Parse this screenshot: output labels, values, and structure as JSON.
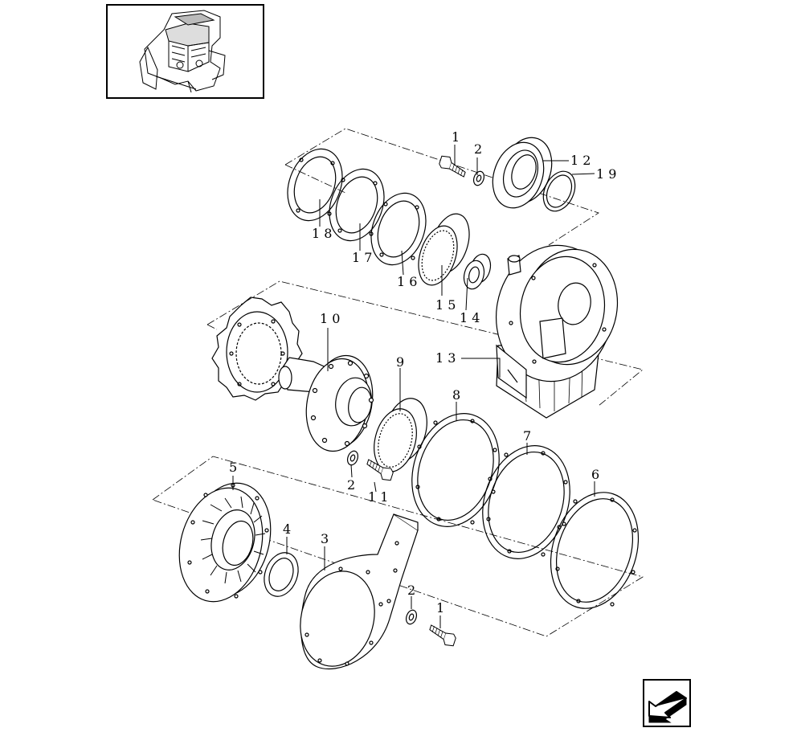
{
  "callouts": {
    "c1_top": "1",
    "c2_top": "2",
    "c12": "1 2",
    "c19": "1 9",
    "c18": "1 8",
    "c17": "1 7",
    "c16": "1 6",
    "c15": "1 5",
    "c14": "1 4",
    "c13": "1 3",
    "c10": "1 0",
    "c9": "9",
    "c8": "8",
    "c7": "7",
    "c6": "6",
    "c5": "5",
    "c4": "4",
    "c3": "3",
    "c2_mid": "2",
    "c11": "1 1",
    "c2_bot": "2",
    "c1_bot": "1"
  },
  "icons": {
    "thumbnail": "machine-overview-thumbnail",
    "nav": "previous-page-arrow-icon"
  }
}
